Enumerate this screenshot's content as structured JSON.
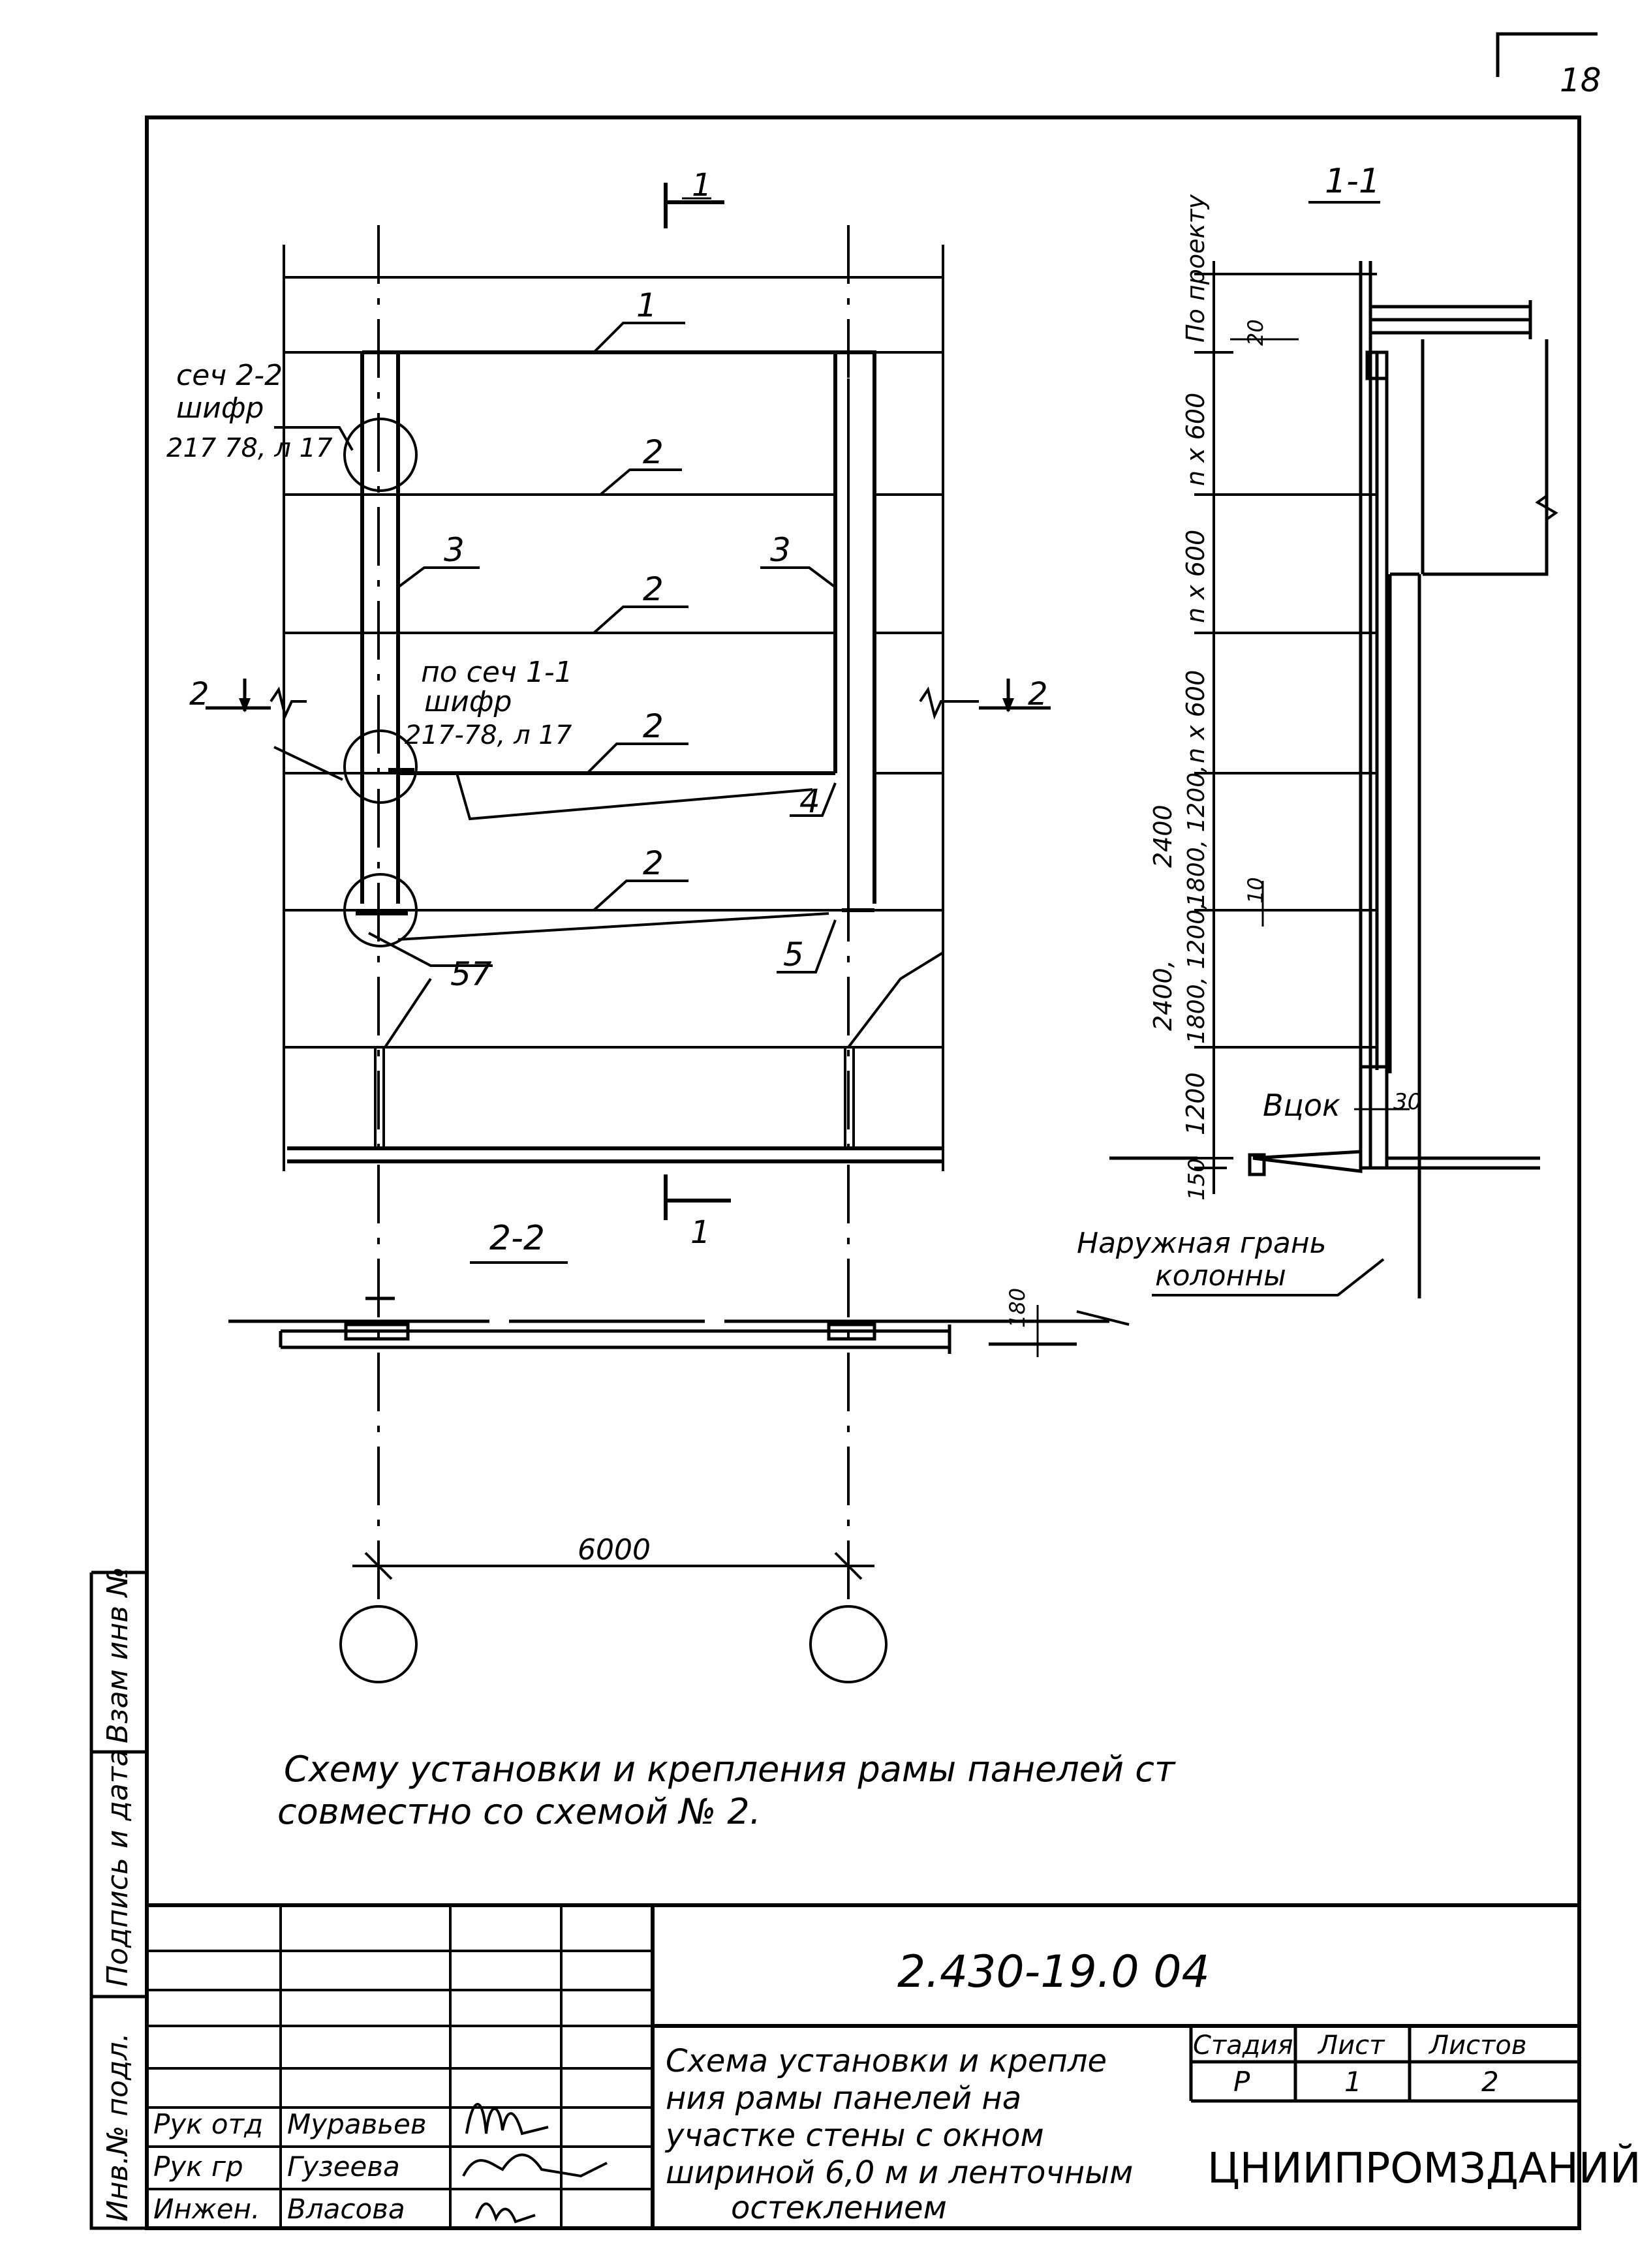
{
  "page_number": "18",
  "plan": {
    "section_mark_1": "1",
    "section_mark_2": "2",
    "callouts": {
      "c1": "1",
      "c2": "2",
      "c3": "3",
      "c4": "4",
      "c5": "5",
      "c57": "57"
    },
    "note_sec22": [
      "сеч 2-2",
      "шифр",
      "217 78, л 17"
    ],
    "note_sec11": [
      "по сеч 1-1",
      "шифр",
      "217-78, л 17"
    ]
  },
  "section_1_1": {
    "title": "1-1",
    "dims": [
      "По проекту",
      "n x 600",
      "n x 600",
      "n x 600",
      "2400",
      "1800, 1200,",
      "2400,",
      "1800, 1200,",
      "1200",
      "150"
    ],
    "dim_20": "20",
    "dim_10": "10",
    "dim_30": "30",
    "label_btsok": "Вцок",
    "outer_face": [
      "Наружная грань",
      "колонны"
    ]
  },
  "section_2_2": {
    "title": "2-2",
    "dim_180": "180",
    "span": "6000"
  },
  "note": [
    "Схему установки и крепления рамы панелей ст",
    "совместно со схемой № 2."
  ],
  "side_stamp": [
    "Инв.№ подл.",
    "Подпись и дата",
    "Взам инв №"
  ],
  "title_block": {
    "code": "2.430-19.0 04",
    "title": [
      "Схема установки и крепле",
      "ния рамы панелей на",
      "участке стены с окном",
      "шириной 6,0 м и ленточным",
      "остеклением"
    ],
    "headers": {
      "stage": "Стадия",
      "sheet": "Лист",
      "sheets": "Листов"
    },
    "values": {
      "stage": "Р",
      "sheet": "1",
      "sheets": "2"
    },
    "org": "ЦНИИПРОМЗДАНИЙ",
    "signatures": [
      {
        "role": "Рук отд",
        "name": "Муравьев"
      },
      {
        "role": "Рук гр",
        "name": "Гузеева"
      },
      {
        "role": "Инжен.",
        "name": "Власова"
      }
    ]
  }
}
